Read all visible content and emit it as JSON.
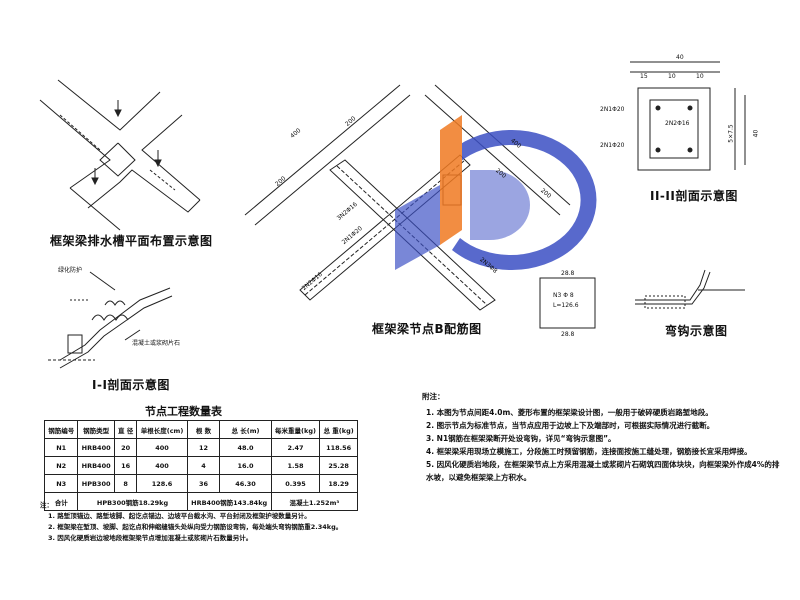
{
  "drawings": {
    "drainage_plan": {
      "caption": "框架梁排水槽平面布置示意图"
    },
    "section_1": {
      "caption": "I-I剖面示意图",
      "label_greening": "绿化防护",
      "label_concrete": "混凝土或浆砌片石"
    },
    "node_rebar": {
      "caption": "框架梁节点B配筋图",
      "dims": [
        "400",
        "200",
        "200",
        "400",
        "200",
        "200"
      ],
      "labels": [
        "3N2Φ16",
        "2N1Φ20",
        "2N2Φ16",
        "2N3Φ8"
      ]
    },
    "section_2": {
      "caption": "II-II剖面示意图",
      "dims_top": [
        "40",
        "15",
        "10",
        "10"
      ],
      "dim_side": "40",
      "dim_side2": "5×7.5",
      "labels": [
        "2N1Φ20",
        "2N2Φ16",
        "2N1Φ20"
      ]
    },
    "stirrup": {
      "dim_top": "28.8",
      "dim_bottom": "28.8",
      "lines": [
        "N3 Φ 8",
        "L=126.6"
      ]
    },
    "hook": {
      "caption": "弯钩示意图"
    }
  },
  "quantity_table": {
    "title": "节点工程数量表",
    "headers": [
      "钢筋编号",
      "钢筋类型",
      "直 径",
      "单根长度(cm)",
      "根 数",
      "总 长(m)",
      "每米重量(kg)",
      "总 重(kg)"
    ],
    "rows": [
      [
        "N1",
        "HRB400",
        "20",
        "400",
        "12",
        "48.0",
        "2.47",
        "118.56"
      ],
      [
        "N2",
        "HRB400",
        "16",
        "400",
        "4",
        "16.0",
        "1.58",
        "25.28"
      ],
      [
        "N3",
        "HPB300",
        "8",
        "128.6",
        "36",
        "46.30",
        "0.395",
        "18.29"
      ]
    ],
    "total_label": "合计",
    "total_hpb": "HPB300钢筋18.29kg",
    "total_hrb": "HRB400钢筋143.84kg",
    "total_concrete": "混凝土1.252m³"
  },
  "left_notes": {
    "title": "注：",
    "items": [
      "1. 路堑顶锚边、路堑坡脚、起讫点锚边、边坡平台截水沟、平台封闭及框架护坡数量另计。",
      "2. 框架梁在堑顶、坡脚、起讫点和伸缩缝锚头处纵向受力钢筋设弯钩，每处端头弯钩钢筋重2.34kg。",
      "3. 因风化硬质岩边坡地段框架梁节点增加混凝土或浆砌片石数量另计。"
    ]
  },
  "right_notes": {
    "title": "附注：",
    "items": [
      "1. 本图为节点间距4.0m、菱形布置的框架梁设计图，一般用于破碎硬质岩路堑地段。",
      "2. 图示节点为标准节点，当节点应用于边坡上下及端部时，可根据实际情况进行截断。",
      "3. N1钢筋在框架梁断开处设弯钩，详见“弯钩示意图”。",
      "4. 框架梁采用现场立模施工，分段施工时预留钢筋，连接面按施工缝处理，钢筋接长宜采用焊接。",
      "5. 因风化硬质岩地段，在框架梁节点上方采用混凝土或浆砌片石砌筑四面体块块，向框架梁外作成4%的排水坡，以避免框架梁上方积水。"
    ]
  },
  "watermark": {
    "colors": {
      "orange": "#f07a22",
      "blue": "#3b4fc4"
    }
  }
}
